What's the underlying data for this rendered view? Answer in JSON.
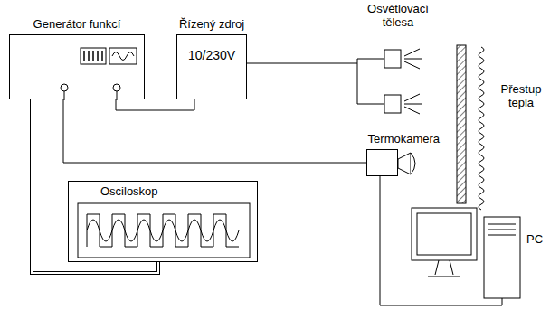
{
  "diagram": {
    "nodes": [
      {
        "text": [
          "Generátor funkcí"
        ]
      },
      {
        "text": [
          "Řízený zdroj",
          "10/230V"
        ]
      },
      {
        "text": [
          "Termokamera"
        ]
      },
      {
        "text": [
          "Osciloskop"
        ]
      },
      {
        "text": [
          "PC"
        ]
      }
    ],
    "edges": [
      {
        "from": 0,
        "to": 1,
        "arrow": "none"
      },
      {
        "from": 0,
        "to": 2,
        "arrow": "none"
      },
      {
        "from": 0,
        "to": 3,
        "arrow": "none"
      },
      {
        "from": 2,
        "to": 4,
        "arrow": "none"
      }
    ],
    "labels": [
      "Osvětlovací tělesa",
      "Přestup tepla"
    ]
  }
}
